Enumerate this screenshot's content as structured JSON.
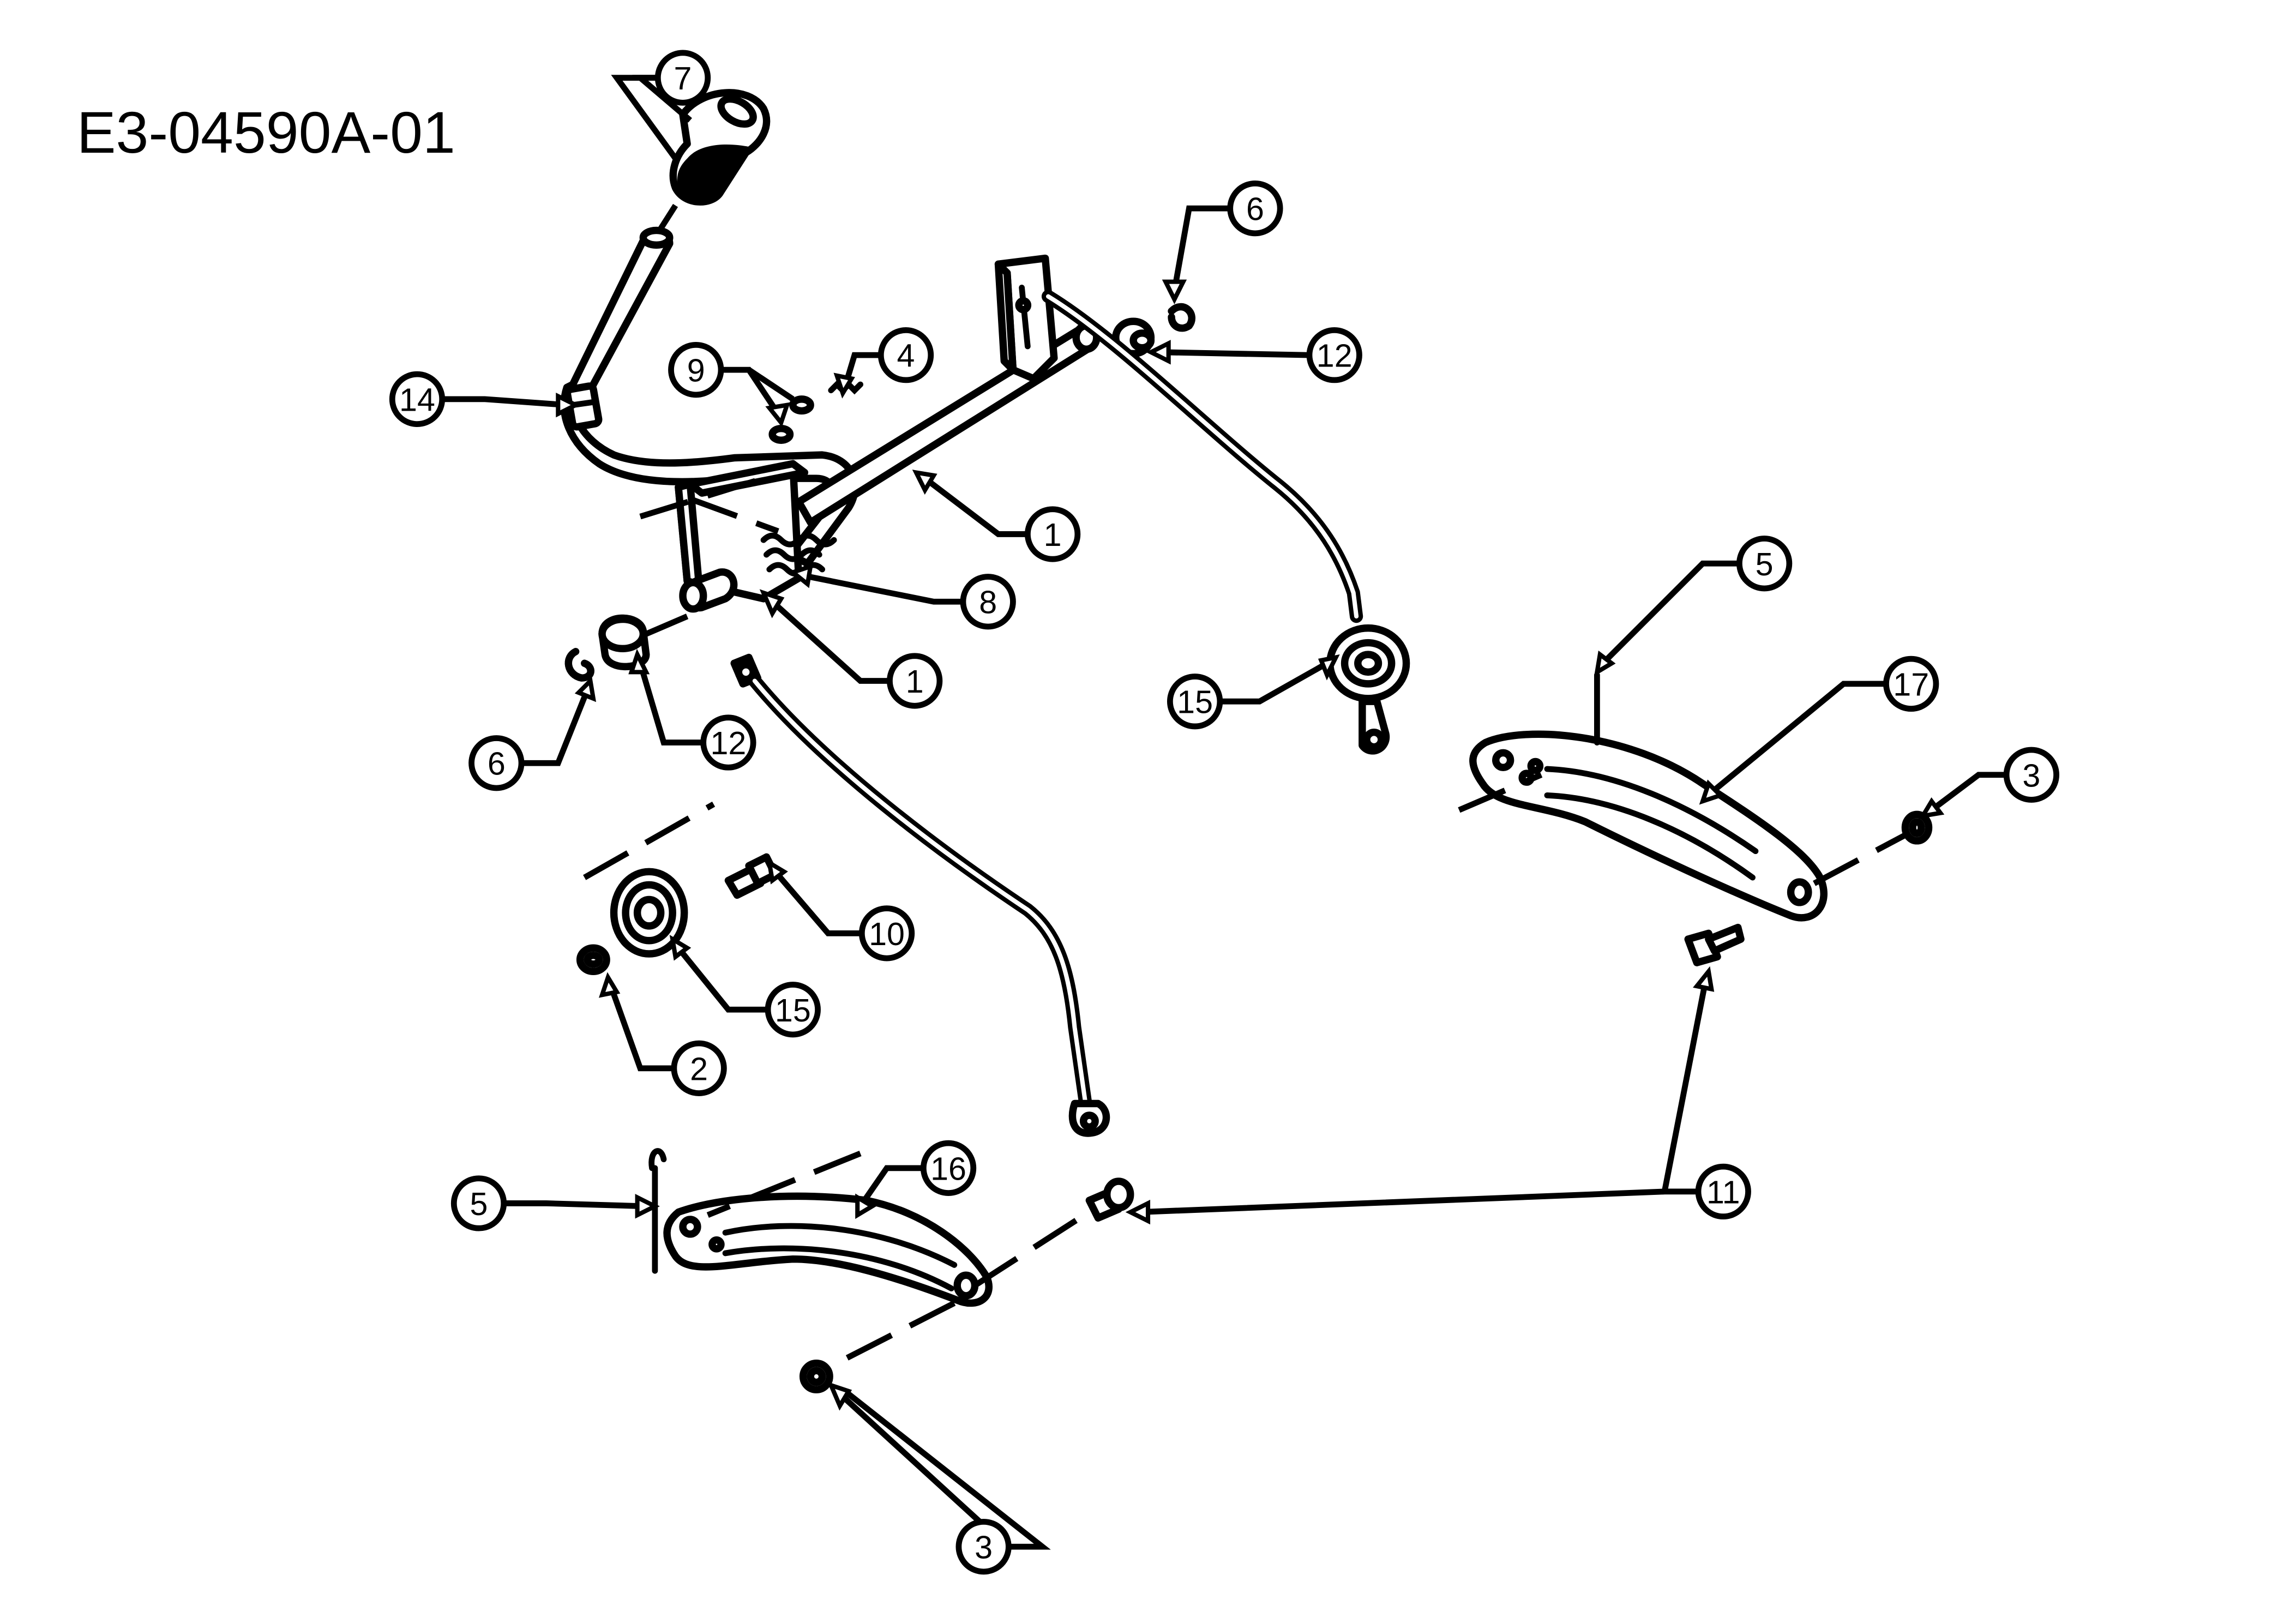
{
  "drawing": {
    "code": "E3-04590A-01"
  },
  "callouts": [
    {
      "id": "c7",
      "label": "7"
    },
    {
      "id": "c6a",
      "label": "6"
    },
    {
      "id": "c12a",
      "label": "12"
    },
    {
      "id": "c9",
      "label": "9"
    },
    {
      "id": "c4",
      "label": "4"
    },
    {
      "id": "c14",
      "label": "14"
    },
    {
      "id": "c1a",
      "label": "1"
    },
    {
      "id": "c8",
      "label": "8"
    },
    {
      "id": "c1b",
      "label": "1"
    },
    {
      "id": "c6b",
      "label": "6"
    },
    {
      "id": "c12b",
      "label": "12"
    },
    {
      "id": "c15a",
      "label": "15"
    },
    {
      "id": "c5a",
      "label": "5"
    },
    {
      "id": "c17",
      "label": "17"
    },
    {
      "id": "c3a",
      "label": "3"
    },
    {
      "id": "c10",
      "label": "10"
    },
    {
      "id": "c15b",
      "label": "15"
    },
    {
      "id": "c2",
      "label": "2"
    },
    {
      "id": "c16",
      "label": "16"
    },
    {
      "id": "c5b",
      "label": "5"
    },
    {
      "id": "c11",
      "label": "11"
    },
    {
      "id": "c3b",
      "label": "3"
    }
  ]
}
